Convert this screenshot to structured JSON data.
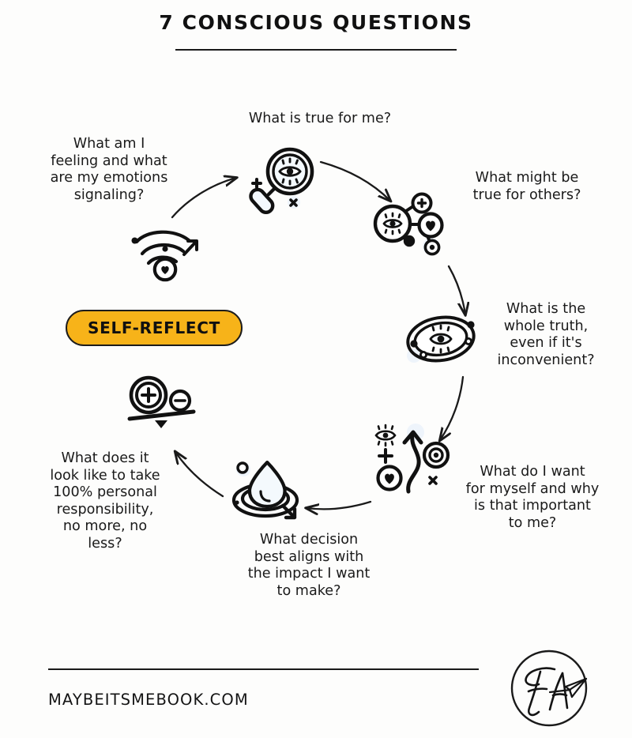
{
  "header": {
    "title": "7 CONSCIOUS QUESTIONS"
  },
  "center": {
    "badge_label": "SELF-REFLECT",
    "badge_color": "#f7b319",
    "badge_border_color": "#1c1c1c"
  },
  "cycle": {
    "direction": "clockwise",
    "steps": [
      {
        "index": 1,
        "question": "What am I\nfeeling and what\nare my emotions\nsignaling?",
        "icon": "signal-heart-icon"
      },
      {
        "index": 2,
        "question": "What is true for me?",
        "icon": "magnifier-eye-icon"
      },
      {
        "index": 3,
        "question": "What might be\ntrue for others?",
        "icon": "eye-network-heart-icon"
      },
      {
        "index": 4,
        "question": "What is the\nwhole truth,\neven if it's\ninconvenient?",
        "icon": "eye-orbit-icon"
      },
      {
        "index": 5,
        "question": "What do I want\nfor myself and why\nis that important\nto me?",
        "icon": "arrow-target-heart-icon"
      },
      {
        "index": 6,
        "question": "What decision\nbest aligns with\nthe impact I want\nto make?",
        "icon": "droplet-ripple-icon"
      },
      {
        "index": 7,
        "question": "What does it\nlook like to take\n100% personal\nresponsibility,\nno more, no\nless?",
        "icon": "balance-scale-icon"
      }
    ]
  },
  "footer": {
    "url": "MAYBEITSMEBOOK.COM",
    "logo": "ea-monogram-paper-plane-logo"
  },
  "theme": {
    "ink": "#1a1a1a",
    "background": "#fdfdfc",
    "accent": "#f7b319",
    "icon_highlight": "#eef4fb"
  }
}
